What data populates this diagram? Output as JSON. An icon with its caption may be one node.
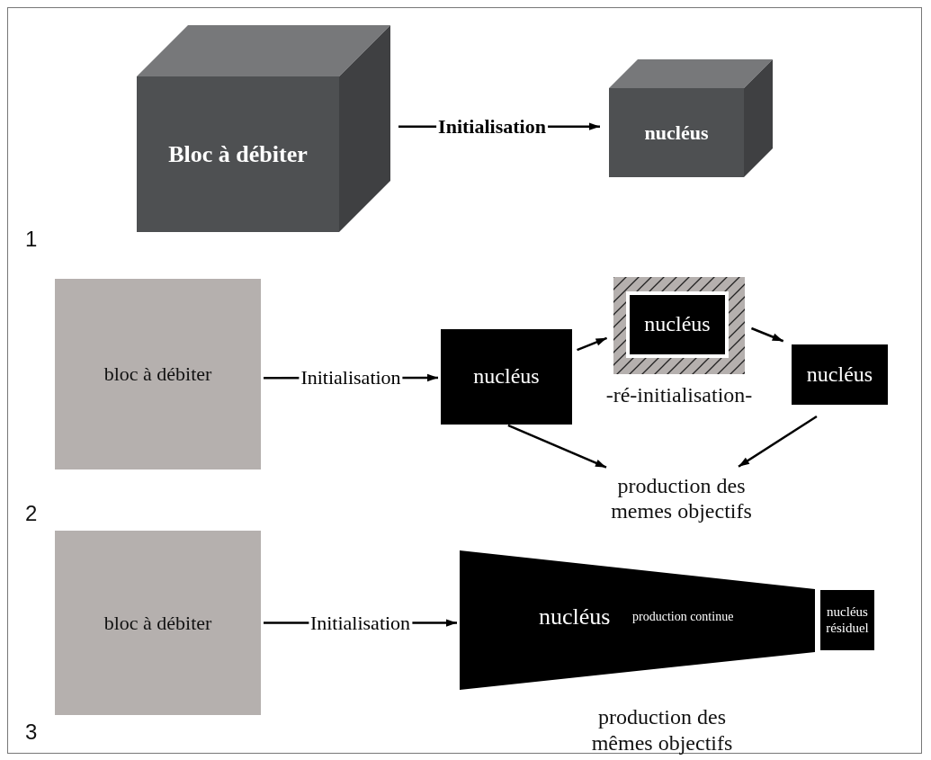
{
  "diagram": {
    "nodes": [
      {
        "text": [
          "Bloc à débiter"
        ]
      },
      {
        "text": [
          "nucléus"
        ]
      },
      {
        "text": [
          "bloc à débiter"
        ]
      },
      {
        "text": [
          "nucléus"
        ]
      },
      {
        "text": [
          "nucléus"
        ],
        "beside": [
          "-ré-initialisation-"
        ]
      },
      {
        "text": [
          "nucléus"
        ]
      },
      {
        "text": [
          "production des memes objectifs"
        ]
      },
      {
        "text": [
          "bloc à débiter"
        ]
      },
      {
        "text": [
          "nucléus",
          "production continue"
        ]
      },
      {
        "text": [
          "nucléus résiduel"
        ]
      }
    ],
    "edges": [
      {
        "from": 0,
        "to": 1,
        "arrow": "to",
        "label": "Initialisation"
      },
      {
        "from": 2,
        "to": 3,
        "arrow": "to",
        "label": "Initialisation"
      },
      {
        "from": 3,
        "to": 4,
        "arrow": "to"
      },
      {
        "from": 4,
        "to": 5,
        "arrow": "to"
      },
      {
        "from": 3,
        "to": 6,
        "arrow": "to"
      },
      {
        "from": 5,
        "to": 6,
        "arrow": "to"
      },
      {
        "from": 7,
        "to": 8,
        "arrow": "to",
        "label": "Initialisation"
      }
    ],
    "labels": [
      "1",
      "2",
      "production des mêmes objectifs",
      "3"
    ]
  }
}
